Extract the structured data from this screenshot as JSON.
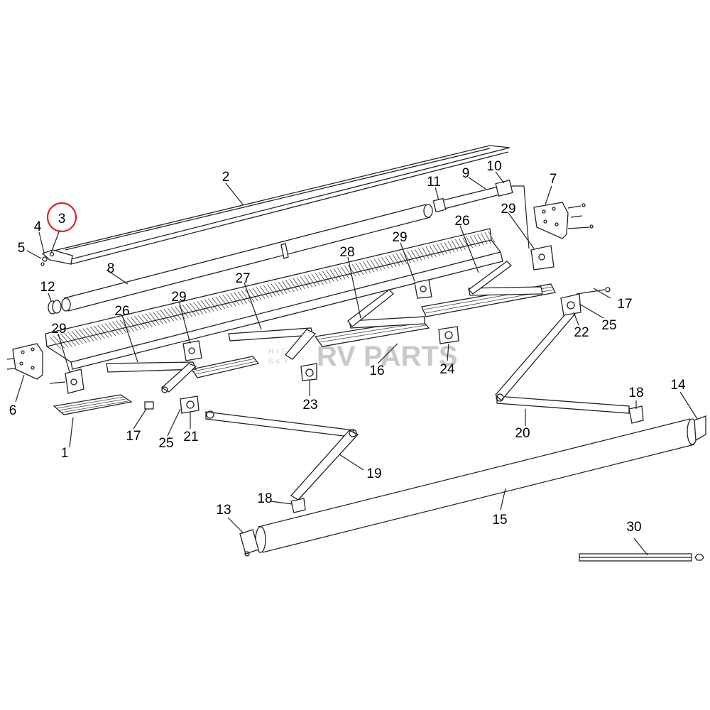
{
  "diagram": {
    "highlight_color": "#e02020",
    "highlighted_part": "3",
    "callouts": [
      {
        "id": "c1",
        "text": "1"
      },
      {
        "id": "c2",
        "text": "2"
      },
      {
        "id": "c3",
        "text": "3"
      },
      {
        "id": "c4",
        "text": "4"
      },
      {
        "id": "c5",
        "text": "5"
      },
      {
        "id": "c6",
        "text": "6"
      },
      {
        "id": "c7",
        "text": "7"
      },
      {
        "id": "c8",
        "text": "8"
      },
      {
        "id": "c9",
        "text": "9"
      },
      {
        "id": "c10",
        "text": "10"
      },
      {
        "id": "c11",
        "text": "11"
      },
      {
        "id": "c12",
        "text": "12"
      },
      {
        "id": "c13",
        "text": "13"
      },
      {
        "id": "c14",
        "text": "14"
      },
      {
        "id": "c15",
        "text": "15"
      },
      {
        "id": "c16",
        "text": "16"
      },
      {
        "id": "c17a",
        "text": "17"
      },
      {
        "id": "c17b",
        "text": "17"
      },
      {
        "id": "c18a",
        "text": "18"
      },
      {
        "id": "c18b",
        "text": "18"
      },
      {
        "id": "c19",
        "text": "19"
      },
      {
        "id": "c20",
        "text": "20"
      },
      {
        "id": "c21",
        "text": "21"
      },
      {
        "id": "c22",
        "text": "22"
      },
      {
        "id": "c23",
        "text": "23"
      },
      {
        "id": "c24",
        "text": "24"
      },
      {
        "id": "c25a",
        "text": "25"
      },
      {
        "id": "c25b",
        "text": "25"
      },
      {
        "id": "c26a",
        "text": "26"
      },
      {
        "id": "c26b",
        "text": "26"
      },
      {
        "id": "c27",
        "text": "27"
      },
      {
        "id": "c28",
        "text": "28"
      },
      {
        "id": "c29a",
        "text": "29"
      },
      {
        "id": "c29b",
        "text": "29"
      },
      {
        "id": "c29c",
        "text": "29"
      },
      {
        "id": "c29d",
        "text": "29"
      },
      {
        "id": "c30",
        "text": "30"
      }
    ]
  },
  "watermark": {
    "brand": "RV PARTS",
    "line1": "HIGH",
    "line2": "SKY"
  }
}
